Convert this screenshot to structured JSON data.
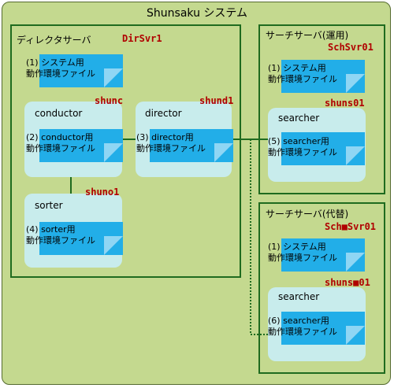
{
  "title": "Shunsaku システム",
  "servers": {
    "director": {
      "label": "ディレクタサーバ",
      "host": "DirSvr1"
    },
    "search_primary": {
      "label": "サーチサーバ(運用)",
      "host": "SchSvr01"
    },
    "search_standby": {
      "label": "サーチサーバ(代替)",
      "host": "Sch■Svr01"
    }
  },
  "processes": {
    "conductor": {
      "name": "conductor",
      "id": "shunc"
    },
    "director": {
      "name": "director",
      "id": "shund1"
    },
    "sorter": {
      "name": "sorter",
      "id": "shuno1"
    },
    "searcher_primary": {
      "name": "searcher",
      "id": "shuns01"
    },
    "searcher_standby": {
      "name": "searcher",
      "id": "shuns■01"
    }
  },
  "files": {
    "f1_dir": {
      "line1": "(1) システム用",
      "line2": "動作環境ファイル"
    },
    "f2": {
      "line1": "(2) conductor用",
      "line2": "動作環境ファイル"
    },
    "f3": {
      "line1": "(3) director用",
      "line2": "動作環境ファイル"
    },
    "f4": {
      "line1": "(4) sorter用",
      "line2": "動作環境ファイル"
    },
    "f1_sch": {
      "line1": "(1) システム用",
      "line2": "動作環境ファイル"
    },
    "f5": {
      "line1": "(5) searcher用",
      "line2": "動作環境ファイル"
    },
    "f1_alt": {
      "line1": "(1) システム用",
      "line2": "動作環境ファイル"
    },
    "f6": {
      "line1": "(6) searcher用",
      "line2": "動作環境ファイル"
    }
  },
  "colors": {
    "background": "#c4d98f",
    "server_border": "#1f6b1f",
    "process_fill": "#c8ecec",
    "file_fill": "#22aee8",
    "host_text": "#b00000"
  }
}
